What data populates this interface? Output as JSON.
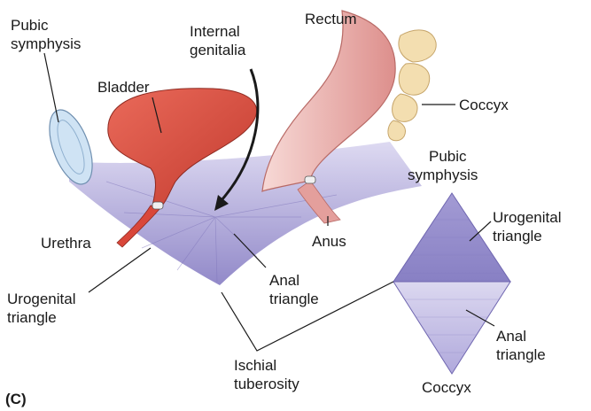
{
  "labels": {
    "pubic_symphysis_left": [
      "Pubic",
      "symphysis"
    ],
    "internal_genitalia": [
      "Internal",
      "genitalia"
    ],
    "rectum": "Rectum",
    "bladder": "Bladder",
    "coccyx_top": "Coccyx",
    "urethra": "Urethra",
    "anus": "Anus",
    "urogenital_triangle_left": [
      "Urogenital",
      "triangle"
    ],
    "anal_triangle_left": [
      "Anal",
      "triangle"
    ],
    "ischial_tuberosity": [
      "Ischial",
      "tuberosity"
    ],
    "pubic_symphysis_right": [
      "Pubic",
      "symphysis"
    ],
    "urogenital_triangle_right": [
      "Urogenital",
      "triangle"
    ],
    "anal_triangle_right": [
      "Anal",
      "triangle"
    ],
    "coccyx_bottom": "Coccyx",
    "panel_letter": "(C)"
  },
  "colors": {
    "perineum_light": "#d7d3ee",
    "perineum_dark": "#8f86c8",
    "bladder": "#d9473a",
    "rectum": "#f2c6c3",
    "coccyx": "#f3deb0",
    "symphysis": "#cfe3f4",
    "diamond_top": "#9b93cf",
    "diamond_bottom": "#c8c2e6"
  }
}
